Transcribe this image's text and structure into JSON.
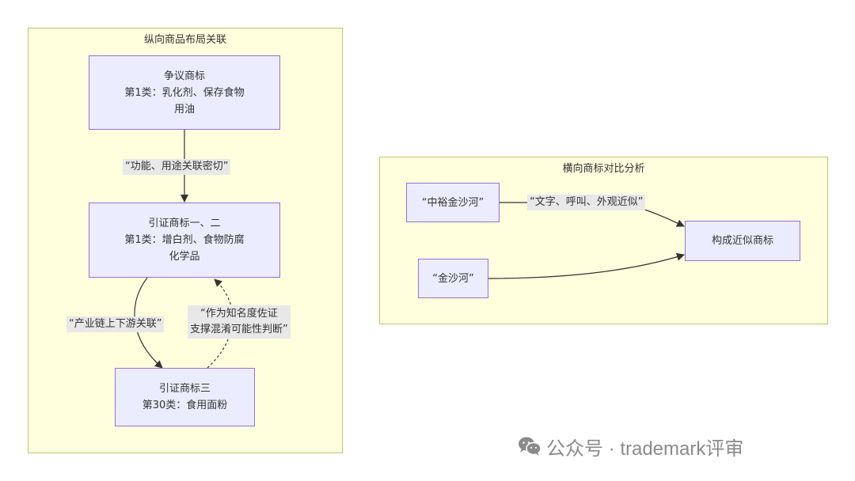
{
  "left_cluster": {
    "title": "纵向商品布局关联",
    "nodes": {
      "disputed": [
        "争议商标",
        "第1类：乳化剂、保存食物",
        "用油"
      ],
      "cited12": [
        "引证商标一、二",
        "第1类：增白剂、食物防腐",
        "化学品"
      ],
      "cited3": [
        "引证商标三",
        "第30类：食用面粉"
      ]
    },
    "edges": {
      "function_label": "“功能、用途关联密切”",
      "industry_label": "“产业链上下游关联”",
      "fame_label": [
        "“作为知名度佐证",
        "支撑混淆可能性判断”"
      ]
    }
  },
  "right_cluster": {
    "title": "横向商标对比分析",
    "nodes": {
      "zhongyu": "“中裕金沙河”",
      "jinshahe": "“金沙河”",
      "result": "构成近似商标"
    },
    "edges": {
      "similar_label": "“文字、呼叫、外观近似”"
    }
  },
  "watermark": {
    "text": "公众号 · trademark评审",
    "icon": "wechat-icon"
  },
  "colors": {
    "cluster_fill": "#ffffde",
    "cluster_border": "#c8c26a",
    "node_fill": "#ececff",
    "node_border": "#9370db",
    "edge": "#333333",
    "label_bg": "#e8e8e8"
  }
}
